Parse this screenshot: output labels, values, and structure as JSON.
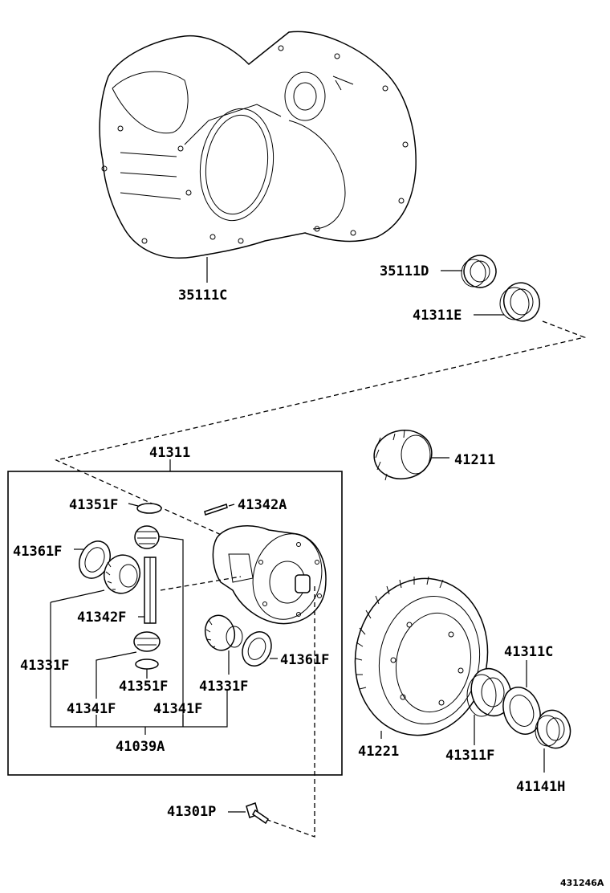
{
  "parts": {
    "transaxle_housing": "35111C",
    "oil_seal": "35111D",
    "bearing_outer": "41311E",
    "diff_case": "41311",
    "ring_gear": "41211",
    "washer_upper": "41351F",
    "pin_small": "41342A",
    "thrust_washer_left": "41361F",
    "shaft_pin": "41342F",
    "side_gear_left": "41331F",
    "washer_lower": "41351F",
    "side_gear_right": "41331F",
    "thrust_washer_right": "41361F",
    "pinion_left": "41341F",
    "pinion_right": "41341F",
    "gear_kit": "41039A",
    "bolt": "41301P",
    "final_gear": "41221",
    "bearing_race": "41311C",
    "bearing": "41311F",
    "side_seal": "41141H"
  },
  "diagram_code": "431246A"
}
